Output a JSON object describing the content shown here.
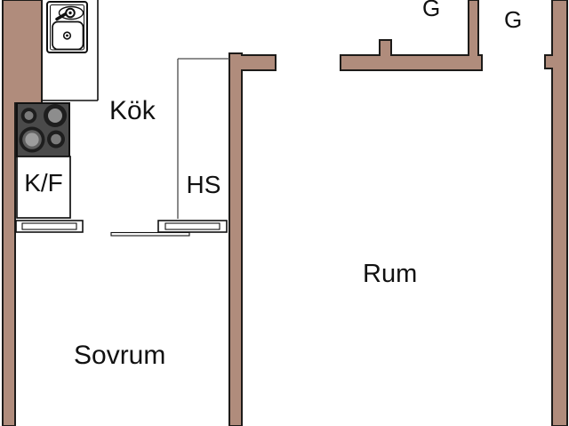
{
  "title": "Apartment floor plan",
  "colors": {
    "bg": "#ffffff",
    "wall": "#b08c7c",
    "outline": "#1d1b19",
    "line": "#111111",
    "thinline": "#4a4a4a",
    "stove": "#4a4a4a",
    "burnerring": "#1e1e1e",
    "burnerinner": "#7b7b7b",
    "burnermid": "#606060",
    "burnerlight": "#9d9d9d",
    "text": "#111111"
  },
  "labels": {
    "kitchen": "Kök",
    "fridge_freezer": "K/F",
    "tall_cabinet": "HS",
    "room": "Rum",
    "bedroom": "Sovrum",
    "wardrobe_1": "G",
    "wardrobe_2": "G"
  }
}
